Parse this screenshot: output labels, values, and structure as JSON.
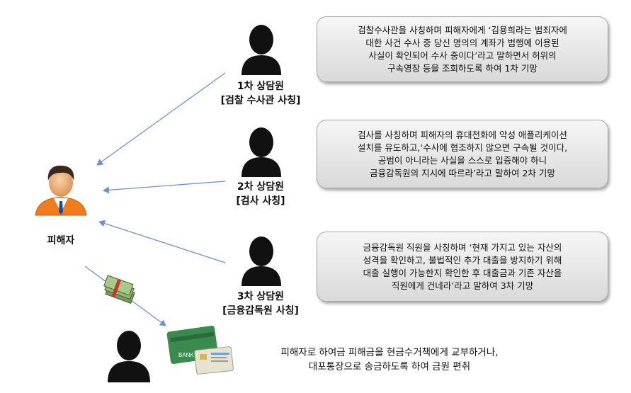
{
  "counselors": [
    {
      "label_line1": "1차 상담원",
      "label_line2": "[검찰 수사관 사칭]",
      "bubble_lines": [
        "검찰수사관을 사칭하며 피해자에게 ‘김용희라는 범죄자에",
        "대한 사건 수사 중 당신 명의의 계좌가 범행에 이용된",
        "사실이 확인되어 수사 중이다’라고 말하면서 허위의",
        "구속영장 등을 조회하도록 하여 1차 기망"
      ]
    },
    {
      "label_line1": "2차 상담원",
      "label_line2": "[검사 사칭]",
      "bubble_lines": [
        "검사를 사칭하며 피해자의 휴대전화에 악성 애플리케이션",
        "설치를 유도하고,‘수사에 협조하지 않으면 구속될 것이다,",
        "공범이 아니라는 사실을 스스로 입증해야 하니",
        "금융감독원의 지시에 따르라’라고 말하여 2차 기망"
      ]
    },
    {
      "label_line1": "3차 상담원",
      "label_line2": "[금융감독원 사칭]",
      "bubble_lines": [
        "금융감독원 직원을 사칭하며 ‘현재 가지고 있는 자산의",
        "성격을 확인하고, 불법적인 추가 대출을 방지하기 위해",
        "대출 실행이 가능한지 확인한 후 대출금과 기존 자산을",
        "직원에게 건네라’라고 말하여 3차 기망"
      ]
    }
  ],
  "victim_label": "피해자",
  "card_text": "BANK",
  "bottom_lines": [
    "피해자로 하여금 피해금을 현금수거책에게 교부하거나,",
    "대포통장으로 송금하도록 하여 금원 편취"
  ],
  "colors": {
    "arrow": "#6f8fcf",
    "silhouette": "#111111",
    "victim_shirt": "#f07c1e",
    "card_green": "#3b8a4e"
  }
}
